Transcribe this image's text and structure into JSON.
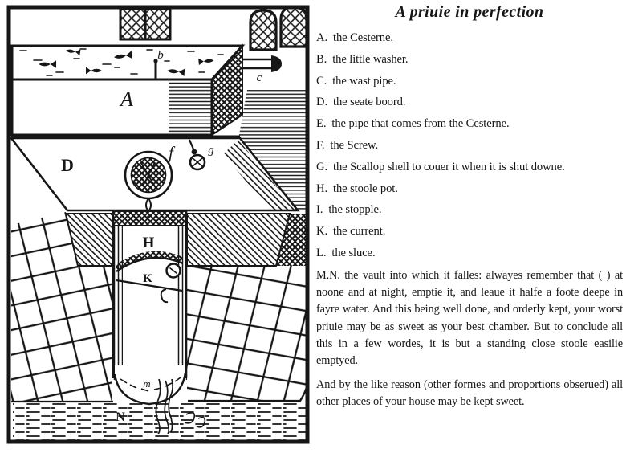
{
  "page": {
    "title": "A priuie in perfection"
  },
  "legend": {
    "items": [
      {
        "key": "A.",
        "label": "the Cesterne."
      },
      {
        "key": "B.",
        "label": "the little washer."
      },
      {
        "key": "C.",
        "label": "the wast pipe."
      },
      {
        "key": "D.",
        "label": "the seate boord."
      },
      {
        "key": "E.",
        "label": "the pipe that comes from the Cesterne."
      },
      {
        "key": "F.",
        "label": "the Screw."
      },
      {
        "key": "G.",
        "label": "the Scallop shell to couer it when it is shut downe."
      },
      {
        "key": "H.",
        "label": "the stoole pot."
      },
      {
        "key": "I.",
        "label": "the stopple."
      },
      {
        "key": "K.",
        "label": "the current."
      },
      {
        "key": "L.",
        "label": "the sluce."
      }
    ],
    "paragraphs": [
      "M.N. the vault into which it falles: alwayes remember that ( ) at noone and at night, emptie it, and leaue it halfe a foote deepe in fayre water. And this being well done, and orderly kept, your worst priuie may be as sweet as your best chamber. But to conclude all this in a few wordes, it is but a standing close stoole easilie emptyed.",
      "And by the like reason (other formes and proportions obserued) all other places of your house may be kept sweet."
    ]
  },
  "illustration": {
    "labels": {
      "cistern": "A",
      "washer": "b",
      "wast_pipe": "c",
      "seat_board": "D",
      "screw": "f",
      "cover_key": "g",
      "stool_pot": "H",
      "current": "K",
      "sluce": "m",
      "vault": "N"
    }
  },
  "colors": {
    "ink": "#161616",
    "paper": "#ffffff"
  }
}
